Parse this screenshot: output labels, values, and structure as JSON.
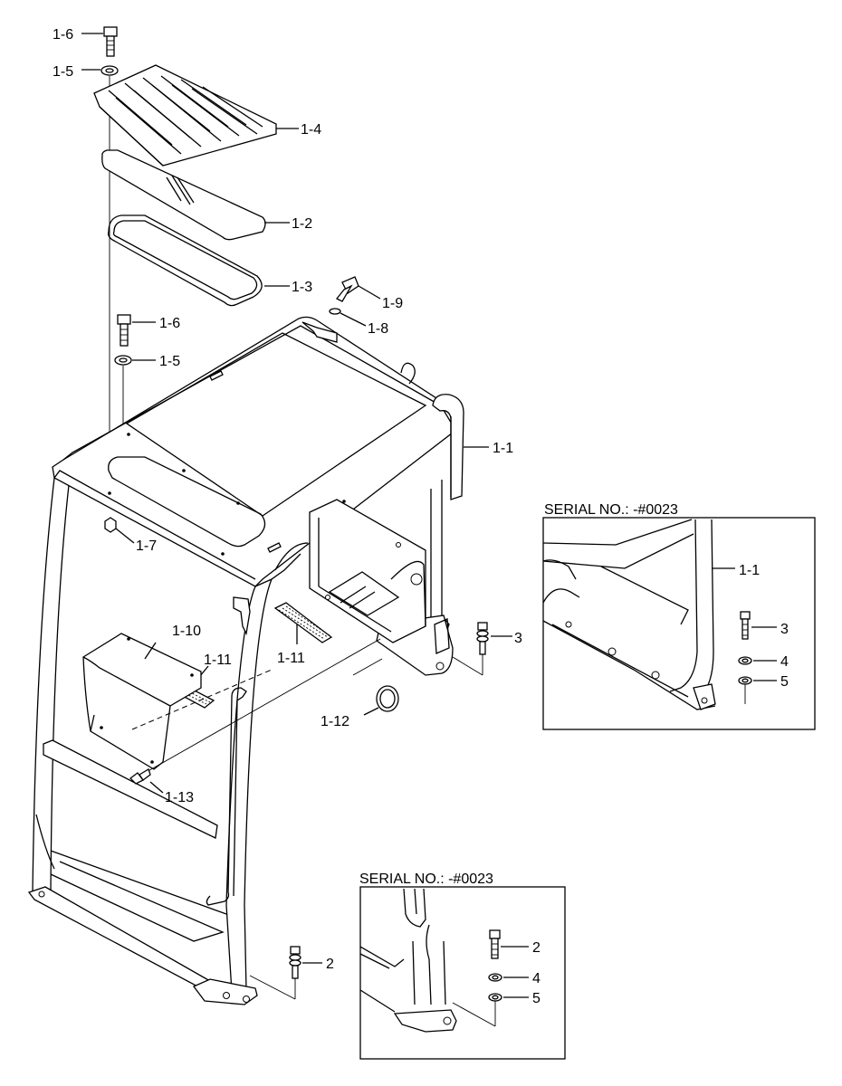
{
  "callouts": {
    "c1": "1-6",
    "c2": "1-5",
    "c3": "1-4",
    "c4": "1-2",
    "c5": "1-3",
    "c6": "1-9",
    "c7": "1-8",
    "c8": "1-6",
    "c9": "1-5",
    "c10": "1-1",
    "c11": "1-7",
    "c12": "1-10",
    "c13": "1-11",
    "c14": "1-11",
    "c15": "3",
    "c16": "1-12",
    "c17": "1-13",
    "c18": "2"
  },
  "inset_top": {
    "title": "SERIAL NO.: -#0023",
    "l1": "1-1",
    "l2": "3",
    "l3": "4",
    "l4": "5"
  },
  "inset_bottom": {
    "title": "SERIAL NO.: -#0023",
    "l1": "2",
    "l2": "4",
    "l3": "5"
  }
}
